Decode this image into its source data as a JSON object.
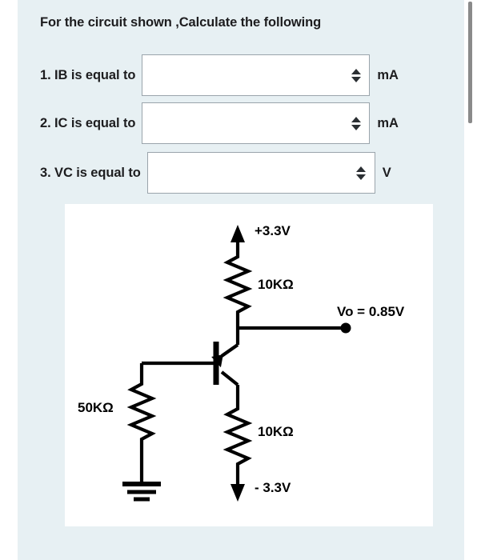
{
  "question": {
    "title": "For the circuit shown ,Calculate the following",
    "answers": [
      {
        "label": "1. IB is equal to",
        "value": "",
        "placeholder": "",
        "unit": "mA"
      },
      {
        "label": "2. IC is equal to",
        "value": "",
        "placeholder": "",
        "unit": "mA"
      },
      {
        "label": "3. VC is equal to",
        "value": "",
        "placeholder": "",
        "unit": "V"
      }
    ]
  },
  "circuit": {
    "labels": {
      "supply_positive": "+3.3V",
      "collector_resistor": "10KΩ",
      "output": "Vo = 0.85V",
      "base_resistor": "50KΩ",
      "emitter_resistor": "10KΩ",
      "supply_negative": "- 3.3V"
    },
    "colors": {
      "wire": "#000000",
      "panel_background": "#ffffff"
    }
  },
  "theme": {
    "card_background": "#e7f0f3",
    "page_background": "#ffffff",
    "text": "#1d1d1f",
    "input_border": "#9aa4ab",
    "scrollbar_thumb": "#8a8a8a"
  },
  "scrollbar": {
    "name": "vertical-scrollbar"
  }
}
